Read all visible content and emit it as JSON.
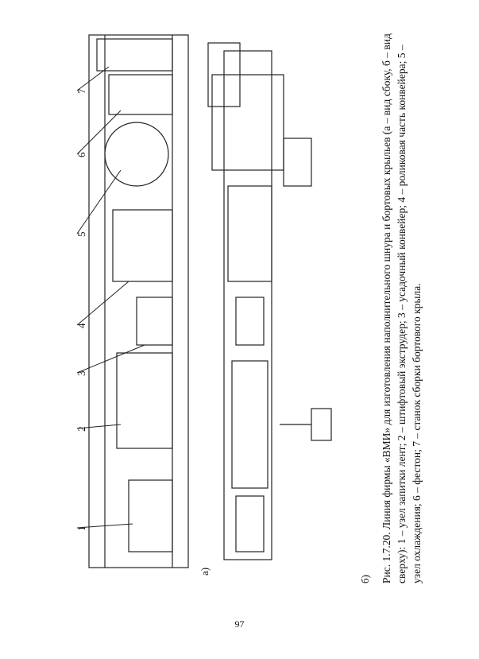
{
  "figure": {
    "caption": "Рис. 1.7.20. Линия фирмы «ВМИ» для изготовления наполнительного шнура и бортовых крыльев (а – вид сбоку, б – вид сверху):  1 – узел запитки лент; 2 – штифтовый экструдер; 3 – усадочный конвейер; 4 – роликовая часть конвейера; 5 – узел охлаждения; 6 – фестон; 7 – станок сборки бортового крыла.",
    "views": [
      {
        "id": "a",
        "label": "а)"
      },
      {
        "id": "b",
        "label": "б)"
      }
    ],
    "callouts": [
      "1",
      "2",
      "3",
      "4",
      "5",
      "6",
      "7"
    ]
  },
  "page_number": "97"
}
